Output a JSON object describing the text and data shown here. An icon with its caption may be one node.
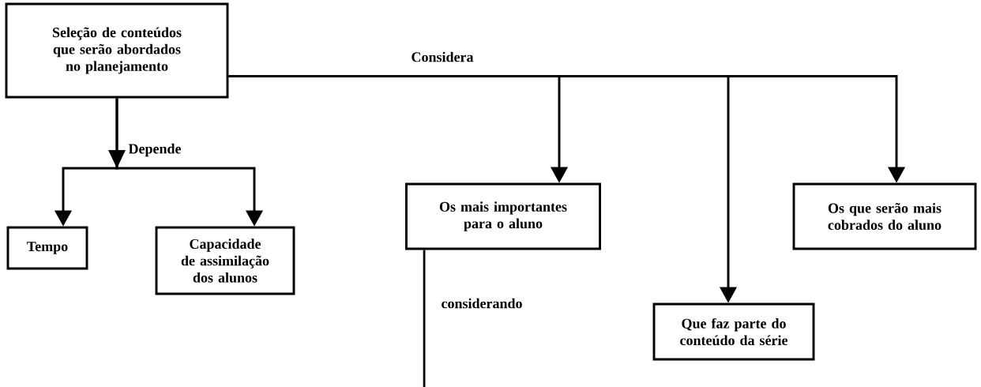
{
  "diagram": {
    "nodes": [
      {
        "text": [
          "Seleção de conteúdos que serão abordados no planejamento"
        ]
      },
      {
        "text": [
          "Tempo"
        ]
      },
      {
        "text": [
          "Capacidade de assimilação dos alunos"
        ]
      },
      {
        "text": [
          "Os mais importantes para o aluno"
        ]
      },
      {
        "text": [
          "Os que serão mais cobrados do aluno"
        ]
      },
      {
        "text": [
          "Que faz parte do conteúdo da série"
        ]
      }
    ],
    "edges": [
      {
        "from": 0,
        "to": 1,
        "arrow": "to",
        "label": "Depende"
      },
      {
        "from": 0,
        "to": 2,
        "arrow": "to"
      },
      {
        "from": 0,
        "to": 3,
        "arrow": "to",
        "label": "Considera"
      },
      {
        "from": 0,
        "to": 5,
        "arrow": "to"
      },
      {
        "from": 0,
        "to": 4,
        "arrow": "to"
      },
      {
        "from": 3,
        "to": null,
        "arrow": "none",
        "label": "considerando"
      }
    ]
  }
}
